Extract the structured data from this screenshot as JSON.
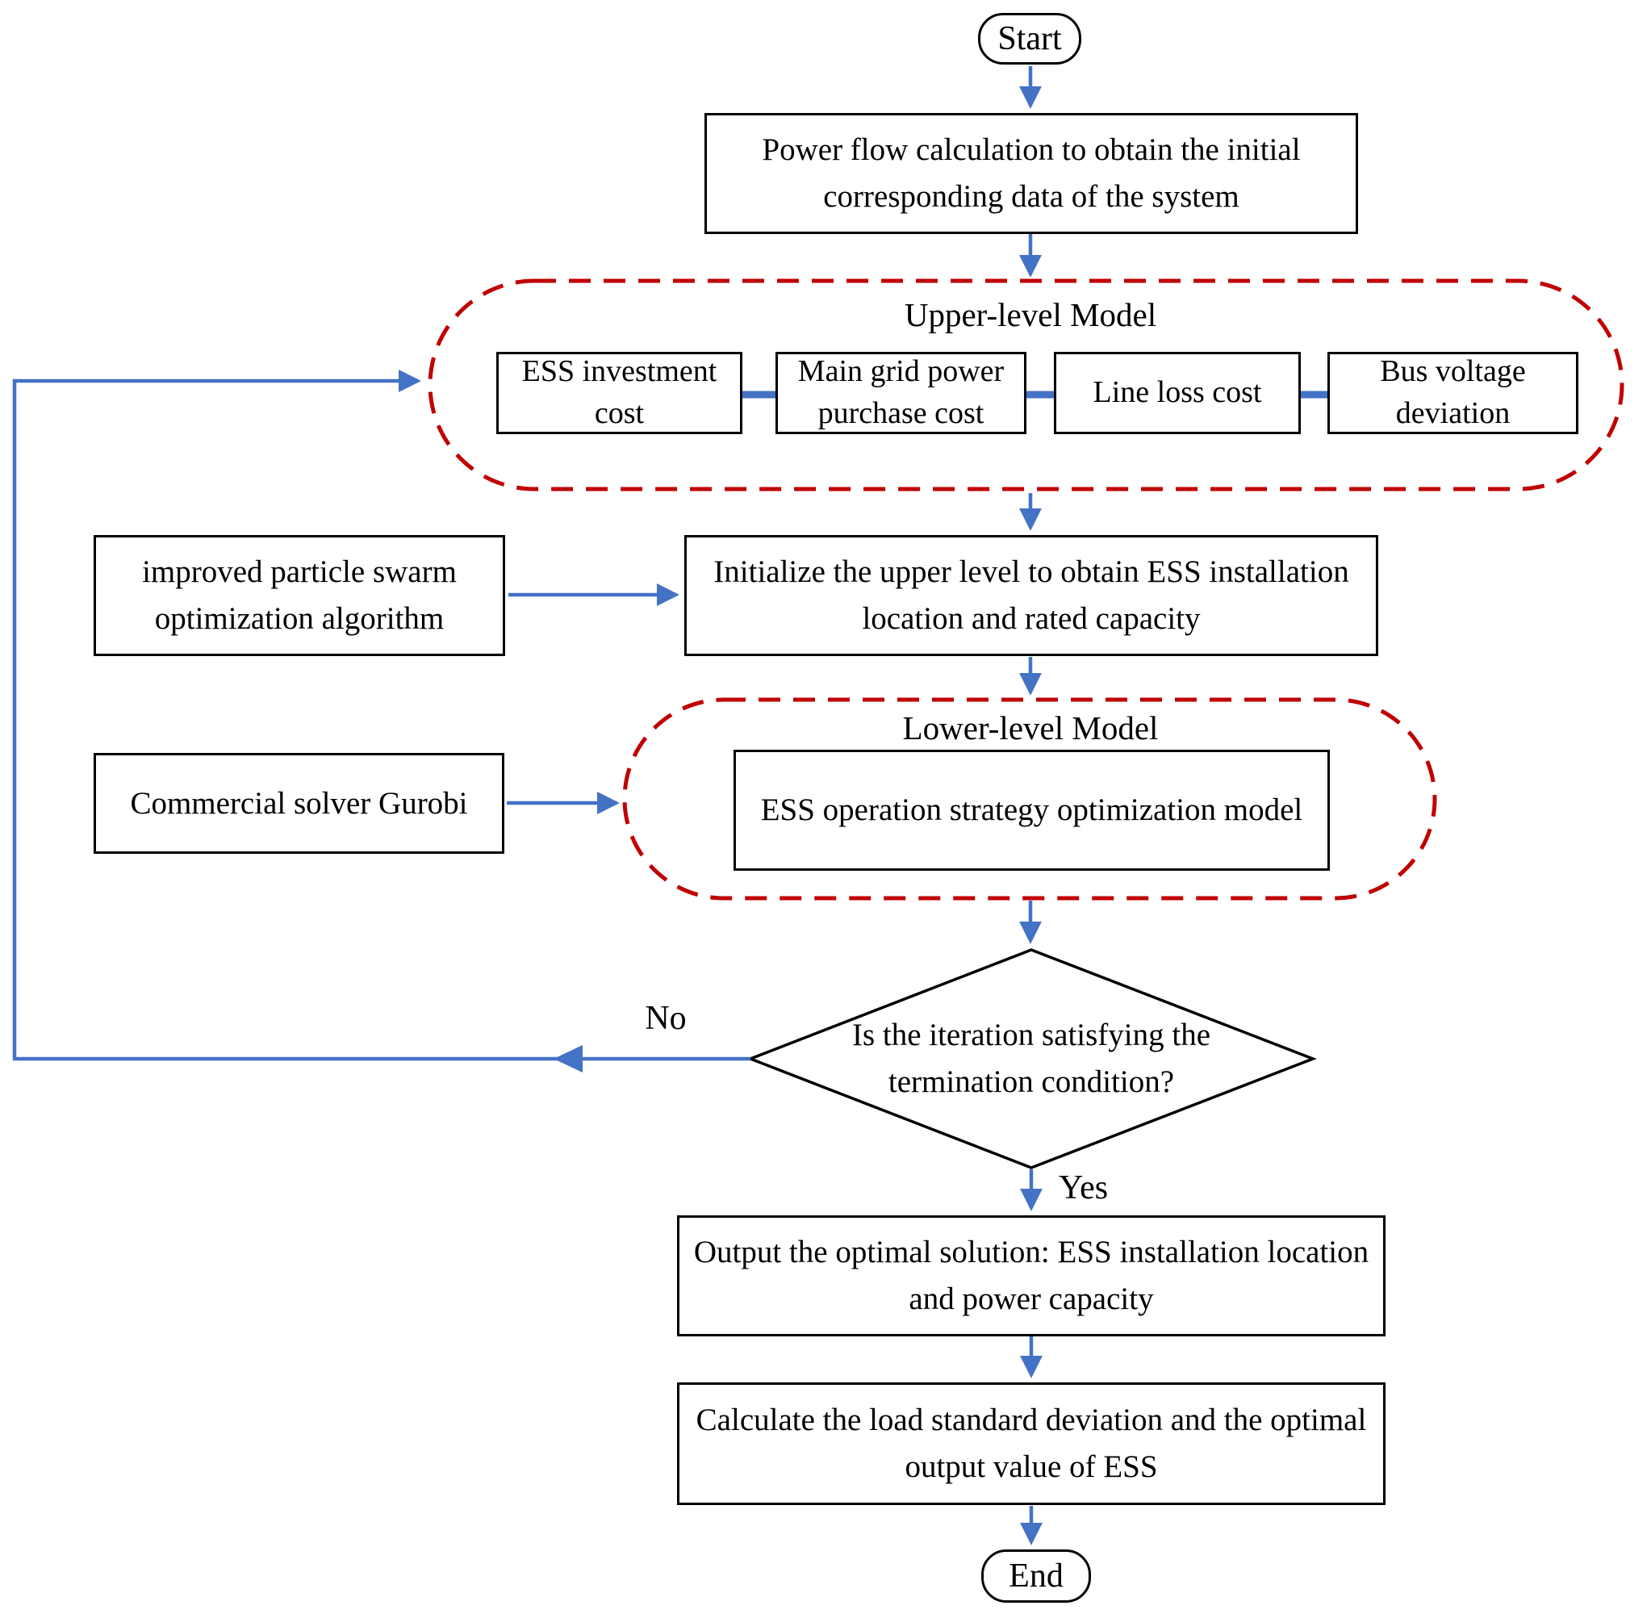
{
  "colors": {
    "connector_blue": "#4472C4",
    "dashed_red": "#C00000",
    "shape_border": "#000000",
    "background": "#FFFFFF",
    "text": "#000000"
  },
  "flowchart": {
    "start_label": "Start",
    "power_flow": "Power flow calculation to obtain the initial corresponding data of the system",
    "upper_level": {
      "title": "Upper-level Model",
      "cost_items": [
        "ESS investment cost",
        "Main grid power purchase cost",
        "Line loss cost",
        "Bus voltage deviation"
      ]
    },
    "ipso": "improved particle swarm optimization algorithm",
    "initialize": "Initialize the upper level to obtain ESS installation location and rated capacity",
    "gurobi": "Commercial solver Gurobi",
    "lower_level": {
      "title": "Lower-level Model",
      "model": "ESS operation strategy optimization model"
    },
    "decision": "Is the iteration satisfying the termination condition?",
    "branch_labels": {
      "no": "No",
      "yes": "Yes"
    },
    "output": "Output the optimal solution: ESS installation location and power capacity",
    "calculate": "Calculate the load standard deviation and the optimal output value of ESS",
    "end_label": "End"
  }
}
